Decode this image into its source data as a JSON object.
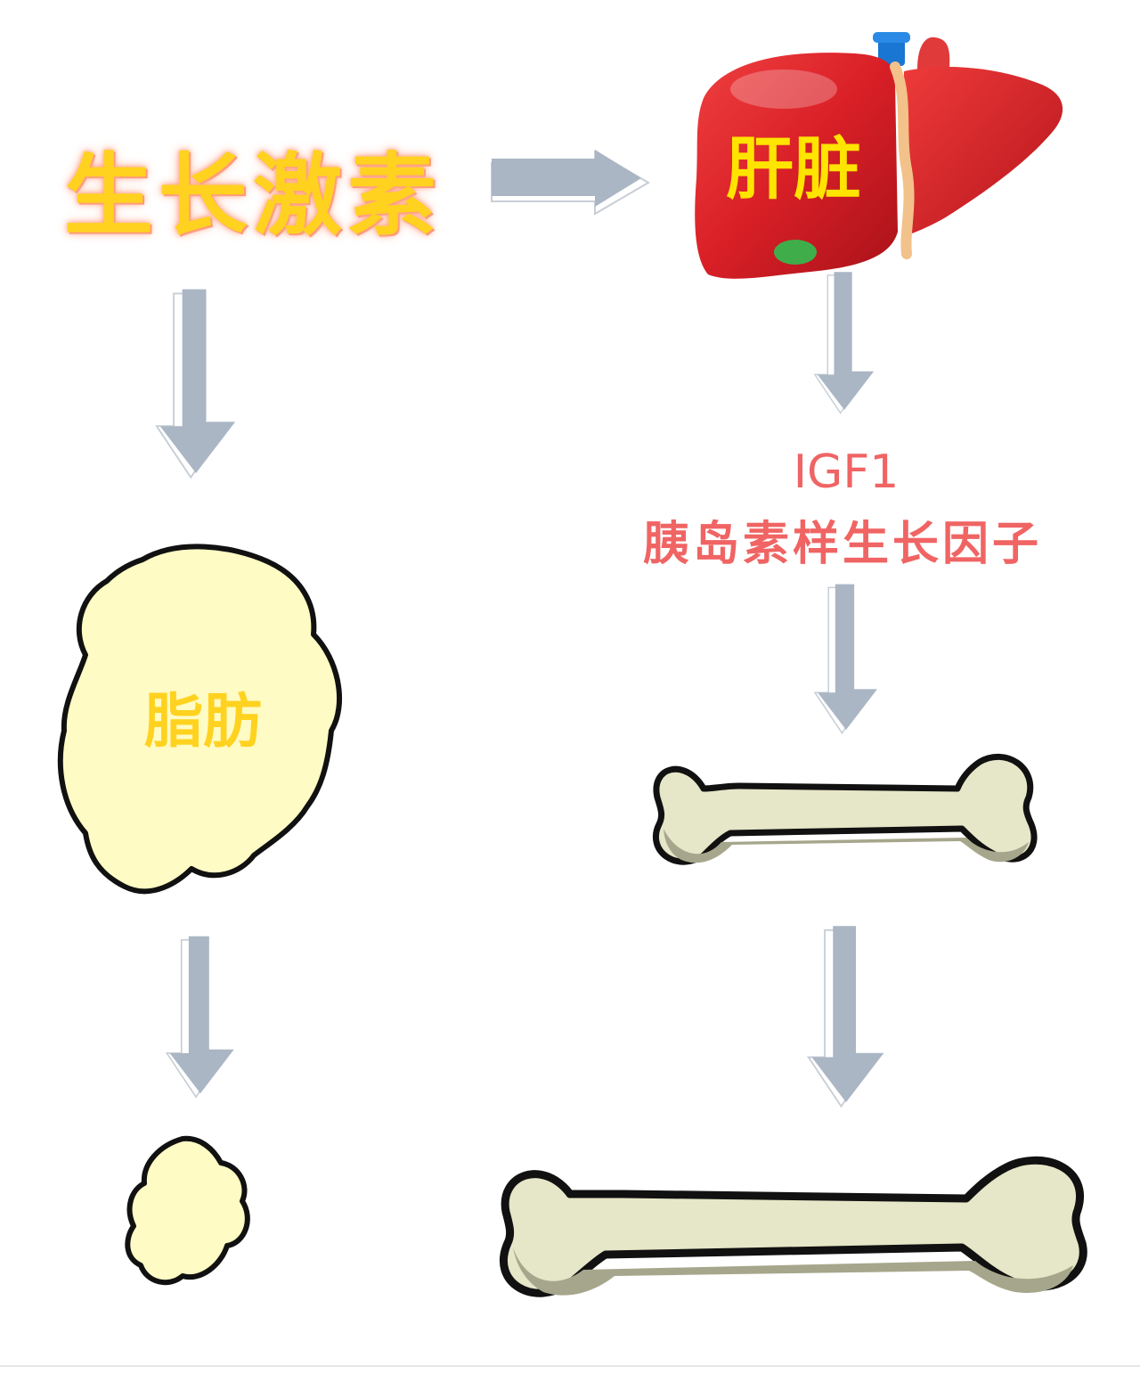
{
  "nodes": {
    "growth_hormone": "生长激素",
    "liver": "肝脏",
    "igf_abbr": "IGF1",
    "igf_full": "胰岛素样生长因子",
    "fat": "脂肪"
  },
  "colors": {
    "arrow": "#aab6c4",
    "arrow_edge": "#ffffff",
    "title_fill": "#ffd21f",
    "title_glow": "#ff8f6a",
    "liver_red": "#d81f26",
    "liver_label": "#ffe400",
    "igf_text": "#f06464",
    "fat_fill": "#fffbc4",
    "bone_fill": "#e6e6c8",
    "bone_shade": "#a6a68c",
    "outline": "#111111"
  },
  "icons": [
    "liver-icon",
    "fat-cell-icon",
    "bone-icon",
    "down-arrow-icon",
    "right-arrow-icon"
  ]
}
